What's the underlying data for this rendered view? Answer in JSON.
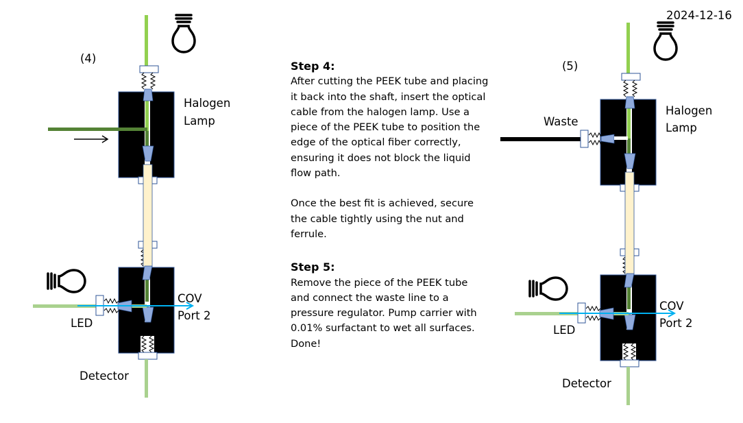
{
  "date": "2024-12-16",
  "colors": {
    "fiber_light": "#92d050",
    "fiber_dark": "#548235",
    "led_fiber": "#a9d18e",
    "ferrule": "#8faadc",
    "peek": "#fff2cc",
    "outline": "#2f5597",
    "light_beam": "#00b0f0"
  },
  "diagram4": {
    "number": "(4)",
    "halogen_line1": "Halogen",
    "halogen_line2": "Lamp",
    "cov_line1": "COV",
    "cov_line2": "Port 2",
    "led": "LED",
    "detector": "Detector"
  },
  "diagram5": {
    "number": "(5)",
    "halogen_line1": "Halogen",
    "halogen_line2": "Lamp",
    "waste": "Waste",
    "cov_line1": "COV",
    "cov_line2": "Port 2",
    "led": "LED",
    "detector": "Detector"
  },
  "instructions": {
    "step4_title": "Step 4:",
    "step4_p1": "After cutting the PEEK tube and placing it back into the shaft, insert the optical cable from the halogen lamp. Use a piece of the PEEK tube to position the edge of the optical fiber correctly, ensuring it does not block the liquid flow path.",
    "step4_p2": "Once the best fit is achieved, secure the cable tightly using the nut and ferrule.",
    "step5_title": "Step 5:",
    "step5_p1": "Remove the piece of the PEEK tube and connect the waste line to a pressure regulator. Pump carrier with 0.01% surfactant to wet all surfaces.",
    "step5_p2": "Done!"
  }
}
